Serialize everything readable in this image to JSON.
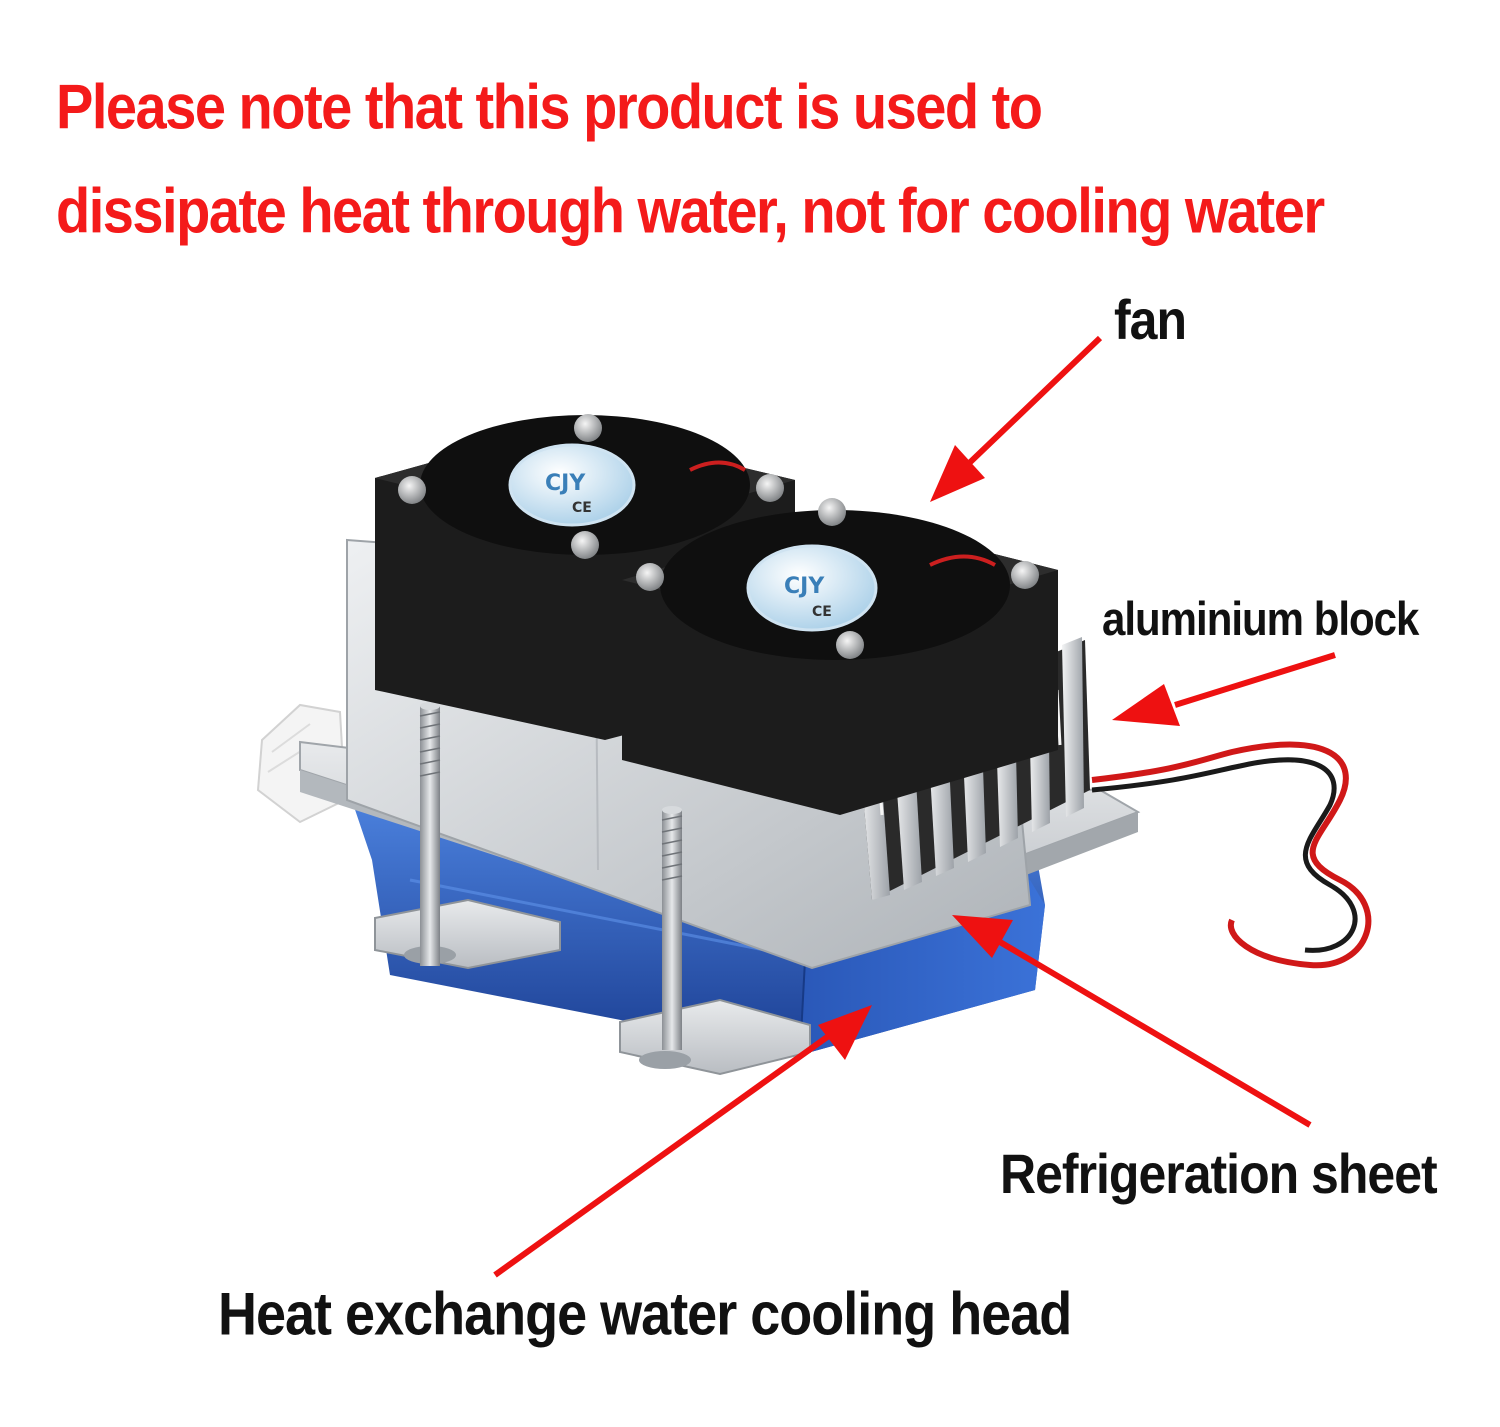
{
  "notice": {
    "line1": "Please note that this product is used to",
    "line2": "dissipate heat through water, not for cooling water"
  },
  "labels": {
    "fan": "fan",
    "aluminium_block": "aluminium block",
    "refrigeration_sheet": "Refrigeration sheet",
    "water_head": "Heat exchange water cooling head"
  },
  "fan_badge": {
    "brand": "CJY",
    "mark": "CE"
  },
  "colors": {
    "notice_text": "#f41a1a",
    "label_text": "#111111",
    "arrow": "#ee1111",
    "water_block": "#2b5fc4",
    "aluminium": "#c8ccd0",
    "fan_body": "#1c1c1c"
  }
}
